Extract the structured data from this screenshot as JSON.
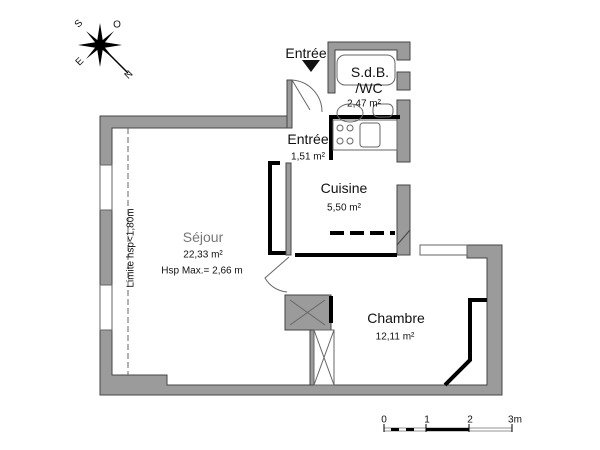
{
  "compass": {
    "letters": {
      "north": "N",
      "south": "S",
      "east": "E",
      "west": "O"
    },
    "icon": "compass-rose-icon"
  },
  "entrance": {
    "label": "Entrée",
    "icon": "entrance-arrow-icon"
  },
  "rooms": [
    {
      "id": "sdb",
      "name": "S.d.B.",
      "name2": "/WC",
      "area": "2,47 m²"
    },
    {
      "id": "entree",
      "name": "Entrée",
      "area": "1,51 m²"
    },
    {
      "id": "cuisine",
      "name": "Cuisine",
      "area": "5,50 m²"
    },
    {
      "id": "sejour",
      "name": "Séjour",
      "area": "22,33 m²",
      "note": "Hsp Max.= 2,66 m"
    },
    {
      "id": "chambre",
      "name": "Chambre",
      "area": "12,11 m²"
    }
  ],
  "height_limit": "Limite hsp<1,80m",
  "scale": {
    "ticks": [
      "0",
      "1",
      "2",
      "3m"
    ]
  },
  "colors": {
    "wall": "#9b9b9b",
    "interior_wall": "#000000"
  }
}
